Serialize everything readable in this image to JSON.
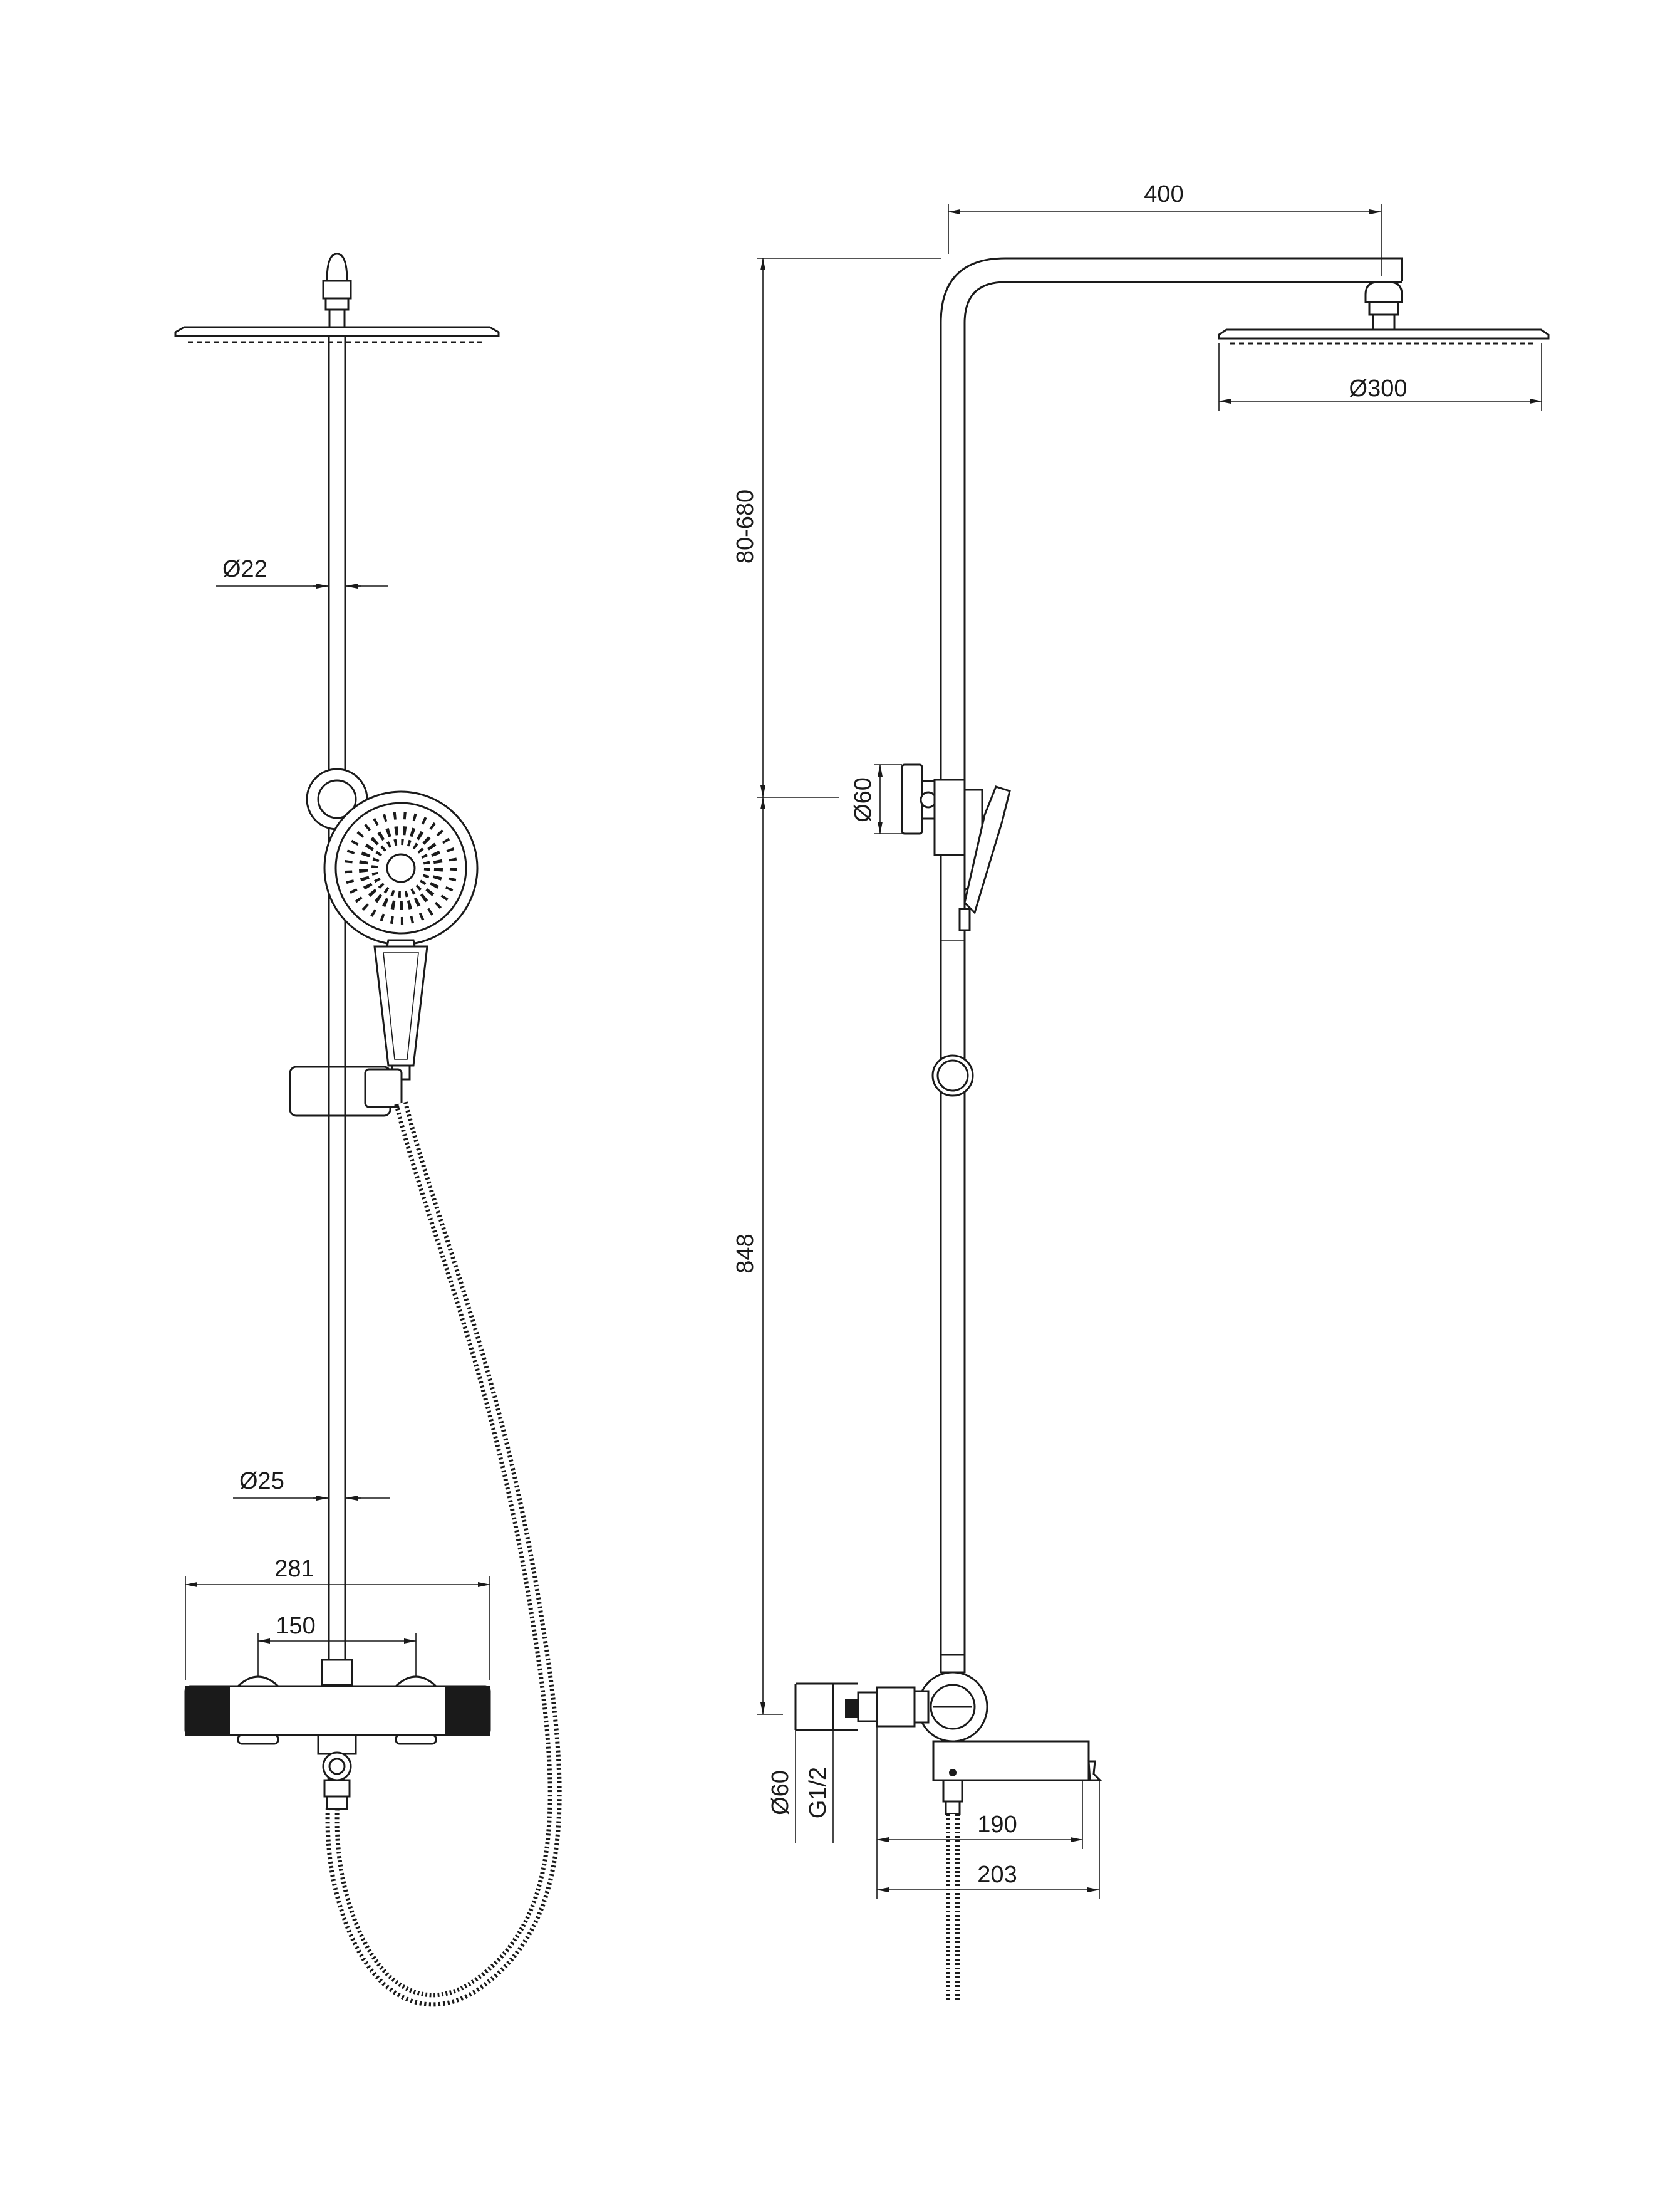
{
  "dimensions": {
    "pipe_upper_dia": "Ø22",
    "pipe_lower_dia": "Ø25",
    "mixer_width": "281",
    "inlet_spacing": "150",
    "arm_length": "400",
    "head_dia": "Ø300",
    "adjust_range": "80-680",
    "holder_dia": "Ø60",
    "riser_height": "848",
    "flange_dia": "Ø60",
    "thread": "G1/2",
    "spout_reach": "190",
    "spout_total": "203"
  },
  "colors": {
    "line": "#1a1a1a",
    "background": "#ffffff"
  }
}
